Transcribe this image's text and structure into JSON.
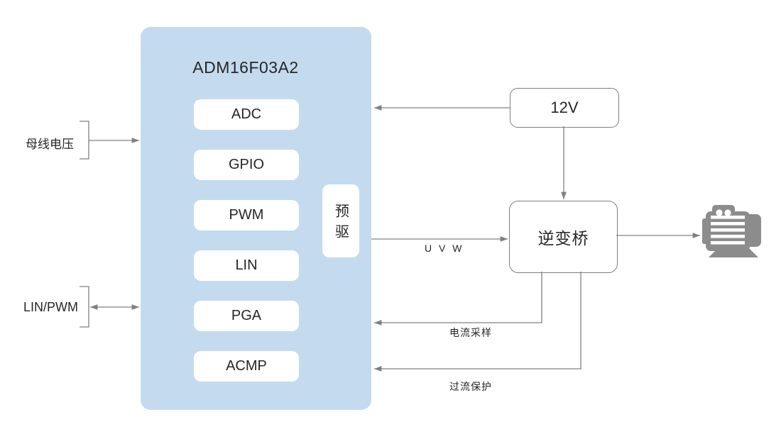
{
  "diagram": {
    "chip": {
      "title": "ADM16F03A2",
      "modules": [
        {
          "label": "ADC"
        },
        {
          "label": "GPIO"
        },
        {
          "label": "PWM"
        },
        {
          "label": "LIN"
        },
        {
          "label": "PGA"
        },
        {
          "label": "ACMP"
        }
      ],
      "predriver_label": "预驱"
    },
    "blocks": {
      "power_label": "12V",
      "inverter_label": "逆变桥"
    },
    "labels": {
      "bus_voltage": "母线电压",
      "lin_pwm": "LIN/PWM",
      "uvw": "U V W",
      "current_sampling": "电流采样",
      "overcurrent_protection": "过流保护"
    },
    "icons": {
      "motor": "motor-icon"
    },
    "colors": {
      "chip_fill": "#C4DBEF",
      "module_fill": "#FFFFFF",
      "line": "#808080",
      "box_border": "#7F7F7F",
      "text": "#262626",
      "motor_icon": "#8C8C8C"
    }
  }
}
